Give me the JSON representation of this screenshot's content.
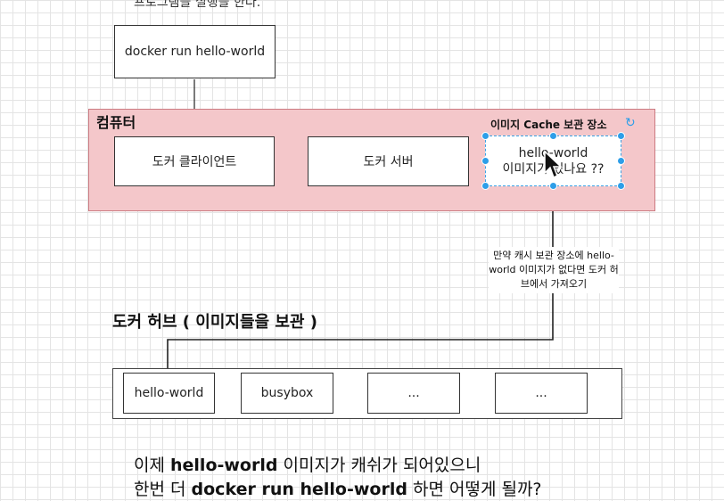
{
  "diagram": {
    "top_text": "프로그램을 실행을 한다.",
    "docker_run_box": "docker run hello-world",
    "computer": {
      "title": "컴퓨터",
      "client": "도커 클라이언트",
      "server": "도커 서버",
      "cache_title": "이미지 Cache 보관 장소",
      "cache_line1": "hello-world",
      "cache_line2": "이미지가 있나요 ??"
    },
    "note": "만약 캐시 보관 장소에 hello-world 이미지가 없다면 도커 허브에서 가져오기",
    "hub": {
      "title": "도커 허브 ( 이미지들을 보관 )",
      "images": [
        "hello-world",
        "busybox",
        "...",
        "..."
      ]
    },
    "bottom": {
      "line1_pre": "이제 ",
      "line1_bold": "hello-world",
      "line1_post": " 이미지가 캐쉬가 되어있으니",
      "line2_pre": "한번 더 ",
      "line2_bold": "docker run hello-world",
      "line2_post": " 하면 어떻게 될까?"
    }
  },
  "colors": {
    "computer_fill": "#f4c7ca",
    "computer_border": "#cc7b82",
    "selection_blue": "#2e9ee8"
  }
}
